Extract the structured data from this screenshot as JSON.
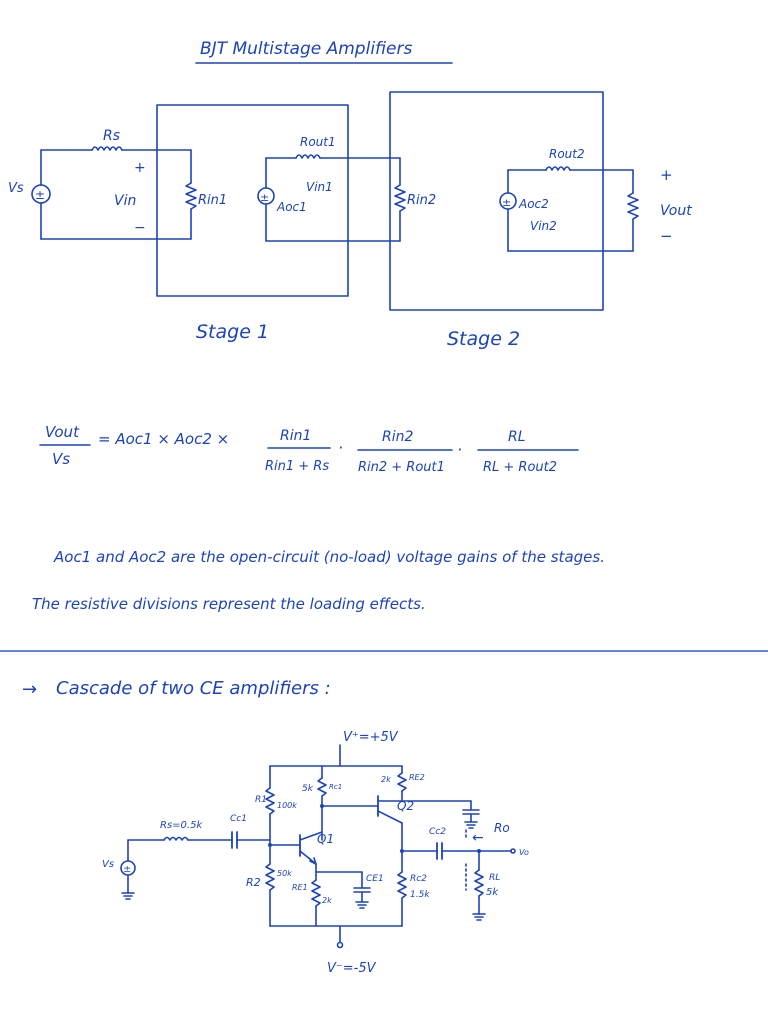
{
  "title": "BJT Multistage Amplifiers",
  "block_diagram": {
    "vs": "Vs",
    "rs": "Rs",
    "plus": "+",
    "minus": "−",
    "vin": "Vin",
    "rin1": "Rin1",
    "rout1": "Rout1",
    "vin1": "Vin1",
    "aoc1": "Aoc1",
    "rin2": "Rin2",
    "rout2": "Rout2",
    "aoc2": "Aoc2",
    "vin2": "Vin2",
    "vout": "Vout",
    "stage1": "Stage 1",
    "stage2": "Stage 2"
  },
  "formula": {
    "lhs_num": "Vout",
    "lhs_den": "Vs",
    "middle": "= Aoc1 × Aoc2 ×",
    "f1_num": "Rin1",
    "f1_den": "Rin1 + Rs",
    "f2_num": "Rin2",
    "f2_den": "Rin2 + Rout1",
    "f3_num": "RL",
    "f3_den": "RL + Rout2",
    "dot": "·"
  },
  "notes": {
    "line1": "Aoc1 and Aoc2 are the open-circuit (no-load) voltage gains of the stages.",
    "line2": "The resistive divisions represent the loading effects."
  },
  "section2": {
    "arrow": "→",
    "heading": "Cascade of two CE amplifiers :"
  },
  "circuit": {
    "vplus": "V⁺=+5V",
    "vminus": "V⁻=-5V",
    "rs": "Rs=0.5k",
    "cc1": "Cc1",
    "r1": "R1",
    "r1_val": "100k",
    "r2": "R2",
    "r2_val": "50k",
    "rc1_val": "5k",
    "rc1": "Rc1",
    "re2_val": "2k",
    "re2": "RE2",
    "q1": "Q1",
    "q2": "Q2",
    "re1": "RE1",
    "re1_val": "2k",
    "ce1": "CE1",
    "cc2": "Cc2",
    "rc2": "Rc2",
    "rc2_val": "1.5k",
    "ro": "Ro",
    "vo": "Vo",
    "rl": "RL",
    "rl_val": "5k",
    "vs": "Vs",
    "pm": "±"
  },
  "colors": {
    "ink": "#1c44b8",
    "rule": "#2f5fd0"
  }
}
